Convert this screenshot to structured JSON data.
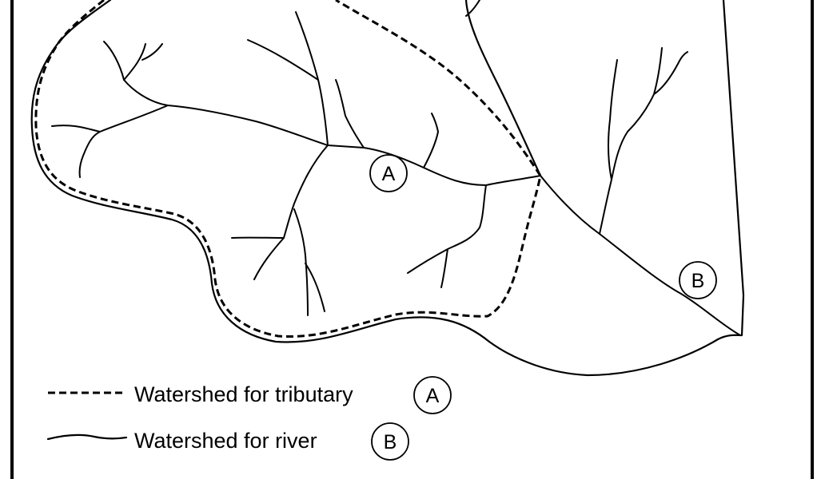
{
  "points": {
    "a": {
      "label": "A"
    },
    "b": {
      "label": "B"
    }
  },
  "legend": {
    "tributary": {
      "text": "Watershed for tributary",
      "marker": "A",
      "line_style": "dashed"
    },
    "river": {
      "text": "Watershed for river",
      "marker": "B",
      "line_style": "solid"
    }
  },
  "colors": {
    "ink": "#000000",
    "paper": "#ffffff"
  }
}
